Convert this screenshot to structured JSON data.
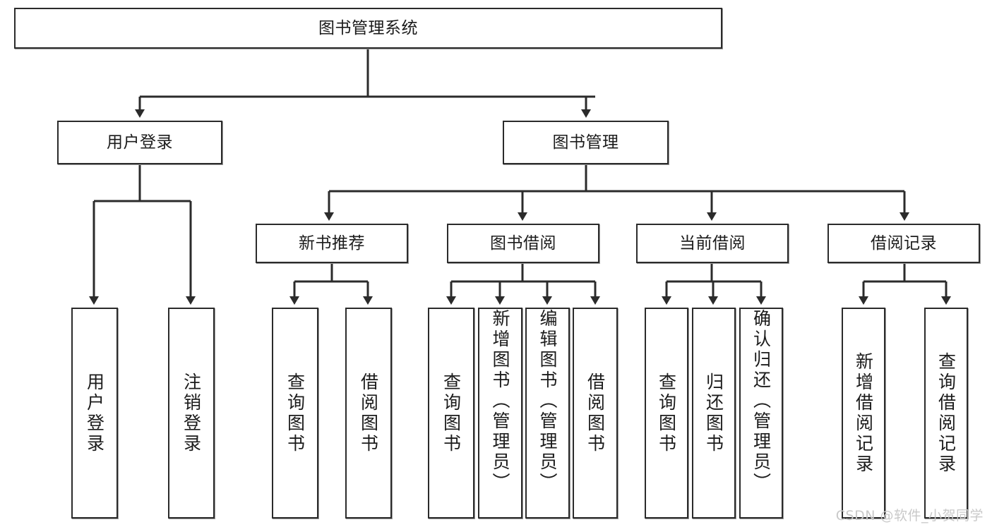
{
  "diagram": {
    "title": "图书管理系统",
    "watermark": "CSDN @软件_小贺同学",
    "colors": {
      "stroke": "#2b2b2b",
      "fill": "#ffffff",
      "text": "#1b1b1b",
      "shadow": "#9b9b9b",
      "watermark": "#c9c9c9"
    },
    "root": {
      "label": "图书管理系统"
    },
    "level1": [
      {
        "label": "用户登录"
      },
      {
        "label": "图书管理"
      }
    ],
    "level2": [
      {
        "label": "新书推荐"
      },
      {
        "label": "图书借阅"
      },
      {
        "label": "当前借阅"
      },
      {
        "label": "借阅记录"
      }
    ],
    "leaves": {
      "user_login": [
        {
          "label": "用户登录"
        },
        {
          "label": "注销登录"
        }
      ],
      "new_book": [
        {
          "label": "查询图书"
        },
        {
          "label": "借阅图书"
        }
      ],
      "book_borrow": [
        {
          "label": "查询图书"
        },
        {
          "label": "新增图书（管理员）"
        },
        {
          "label": "编辑图书（管理员）"
        },
        {
          "label": "借阅图书"
        }
      ],
      "current_borrow": [
        {
          "label": "查询图书"
        },
        {
          "label": "归还图书"
        },
        {
          "label": "确认归还（管理员）"
        }
      ],
      "borrow_record": [
        {
          "label": "新增借阅记录"
        },
        {
          "label": "查询借阅记录"
        }
      ]
    }
  }
}
